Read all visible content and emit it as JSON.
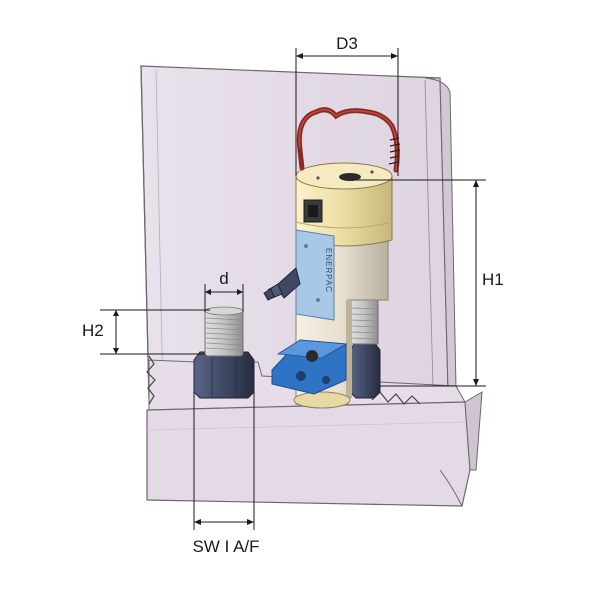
{
  "dimensions": {
    "d3": "D3",
    "h1": "H1",
    "h2": "H2",
    "d": "d",
    "sw": "SW I A/F"
  },
  "product_marking": "ENERPAC",
  "colors": {
    "bracket": "#e4dbe6",
    "bracket_edge": "#6e6670",
    "cylinder_body": "#efe0a6",
    "cylinder_shadow": "#cdbd82",
    "handle": "#8a2a24",
    "blue_plate": "#a9c7e6",
    "blue_block": "#2f73c4",
    "nut": "#3f4864",
    "stud": "#c4c4c4",
    "dimension_line": "#1a1a1a"
  }
}
